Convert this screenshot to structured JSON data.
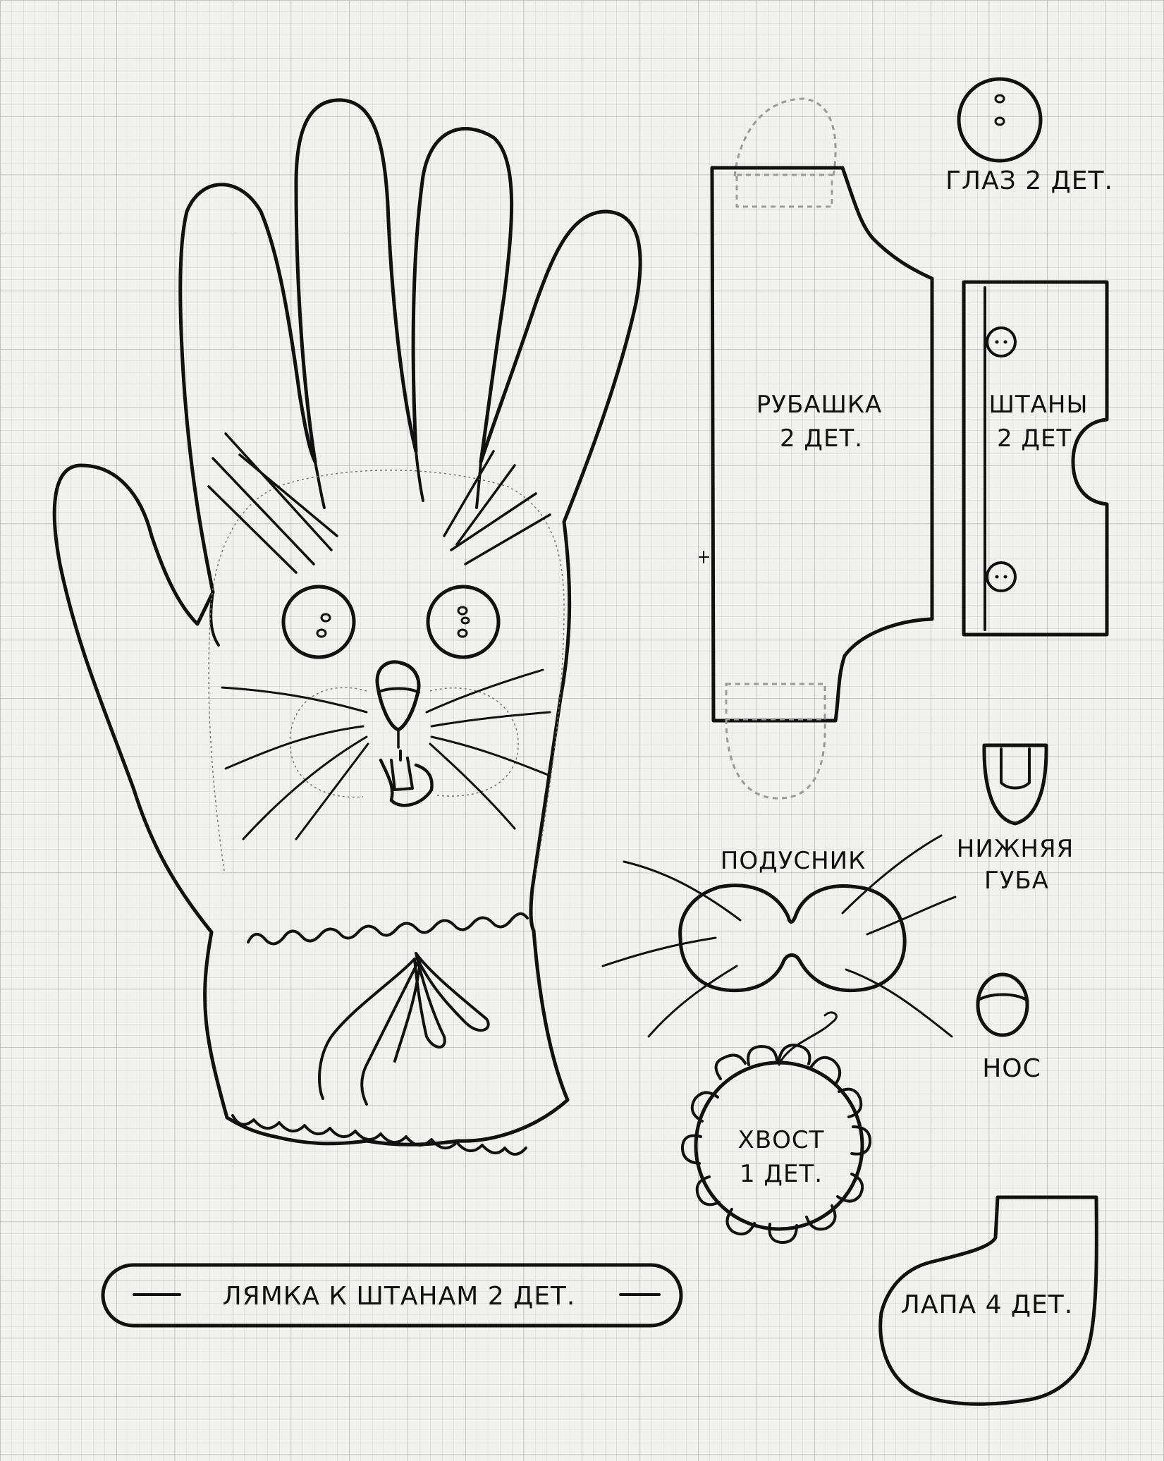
{
  "labels": {
    "eye": "ГЛАЗ 2 ДЕТ.",
    "shirt_line1": "РУБАШКА",
    "shirt_line2": "2 ДЕТ.",
    "pants_line1": "ШТАНЫ",
    "pants_line2": "2 ДЕТ.",
    "muzzle_pad": "ПОДУСНИК",
    "lower_lip_line1": "НИЖНЯЯ",
    "lower_lip_line2": "ГУБА",
    "nose": "НОС",
    "tail_line1": "ХВОСТ",
    "tail_line2": "1 ДЕТ.",
    "strap": "ЛЯМКА К ШТАНАМ 2 ДЕТ.",
    "paw": "ЛАПА 4 ДЕТ."
  },
  "colors": {
    "paper": "#f1f1ef",
    "grid_minor": "#cfcfcc",
    "grid_major": "#b9b9b6",
    "ink": "#111111"
  }
}
